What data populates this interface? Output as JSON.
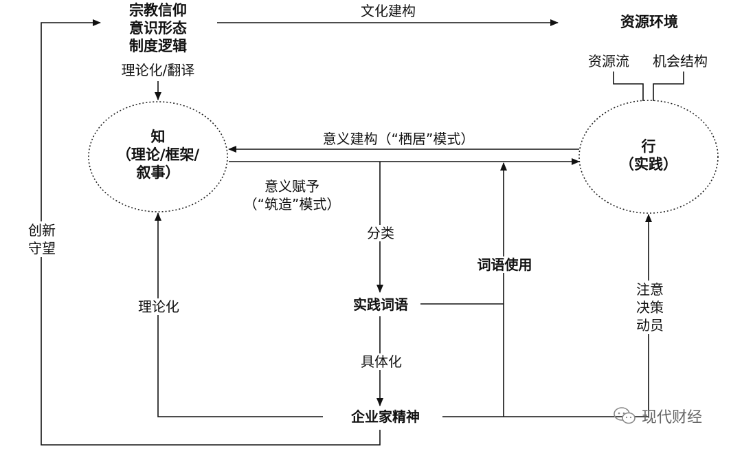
{
  "top_box": {
    "lines": [
      "宗教信仰",
      "意识形态",
      "制度逻辑"
    ],
    "below_label": "理论化/翻译"
  },
  "culture_arrow_label": "文化建构",
  "resource_env": {
    "title": "资源环境",
    "flow": "资源流",
    "structure": "机会结构"
  },
  "know_node": {
    "title": "知",
    "line2": "（理论/框架/",
    "line3": "叙事）"
  },
  "act_node": {
    "title": "行",
    "line2": "（实践）"
  },
  "meaning_build_label": "意义建构（“栖居”模式）",
  "meaning_give_label": {
    "line1": "意义赋予",
    "line2": "（“筑造”模式）"
  },
  "classify_label": "分类",
  "practice_words": "实践词语",
  "word_usage": "词语使用",
  "concretize_label": "具体化",
  "entrepreneurship": "企业家精神",
  "theorize_label": "理论化",
  "innovate_label": {
    "line1": "创新",
    "line2": "守望"
  },
  "attention_label": [
    "注意",
    "决策",
    "动员"
  ],
  "watermark": {
    "text": "现代财经",
    "icon": "wechat-icon"
  }
}
